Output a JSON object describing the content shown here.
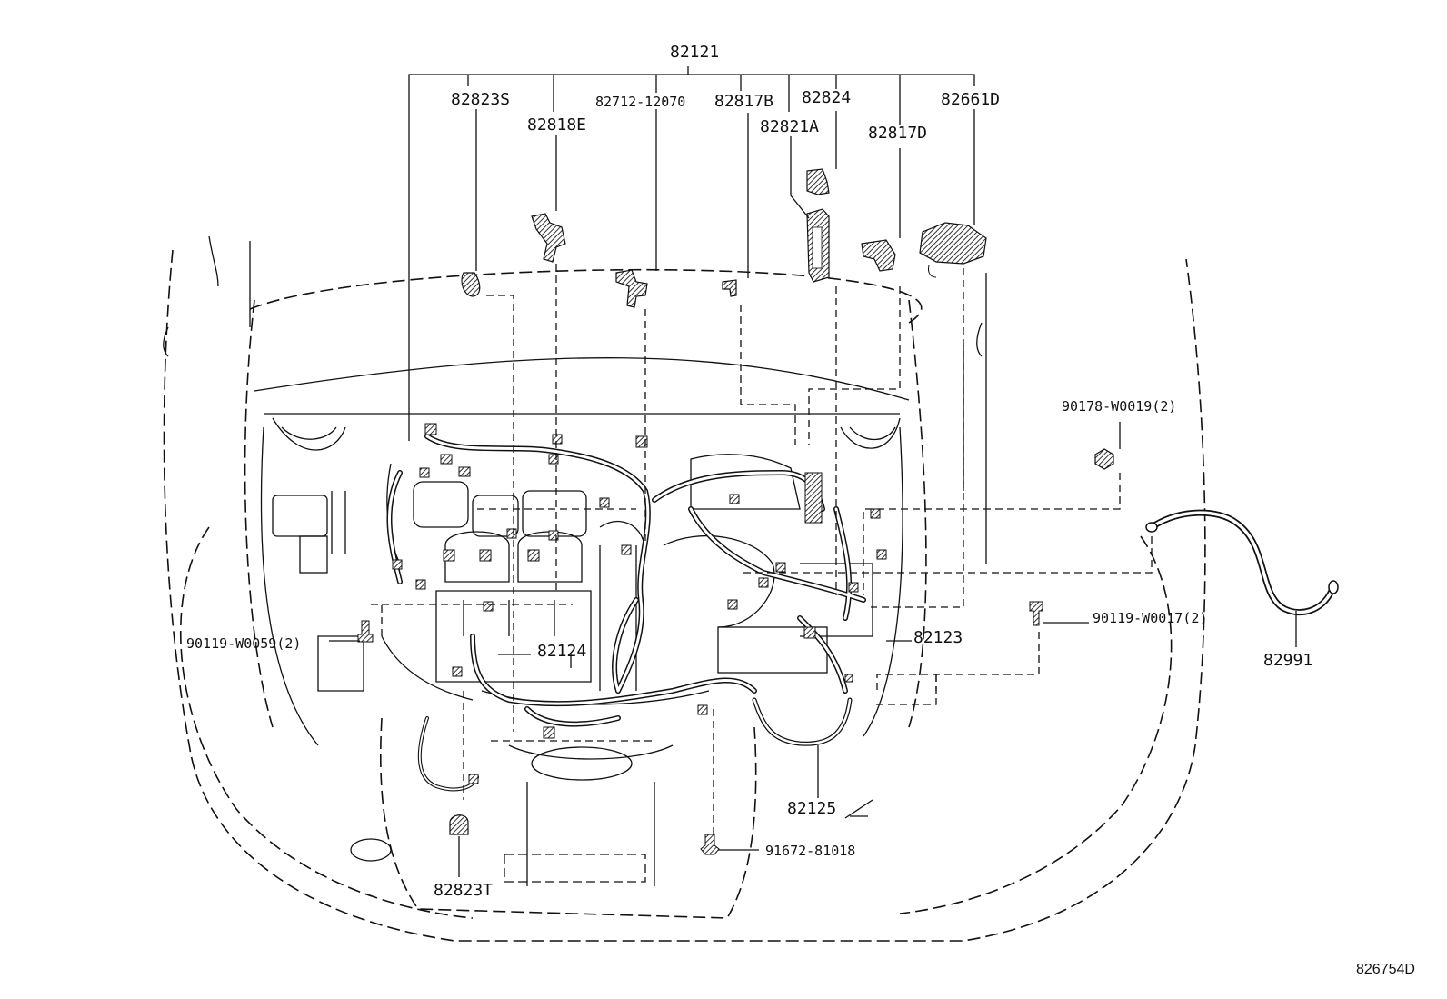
{
  "diagram": {
    "reference_code": "826754D",
    "labels": {
      "p82121": "82121",
      "p82823S": "82823S",
      "p82818E": "82818E",
      "p82712": "82712-12070",
      "p82817B": "82817B",
      "p82824": "82824",
      "p82821A": "82821A",
      "p82817D": "82817D",
      "p82661D": "82661D",
      "p90178": "90178-W0019(2)",
      "p90119_17": "90119-W0017(2)",
      "p82991": "82991",
      "p82123": "82123",
      "p82124": "82124",
      "p90119_59": "90119-W0059(2)",
      "p82125": "82125",
      "p91672": "91672-81018",
      "p82823T": "82823T"
    },
    "colors": {
      "line": "#111111",
      "hatch": "#555555",
      "background": "#ffffff"
    }
  }
}
